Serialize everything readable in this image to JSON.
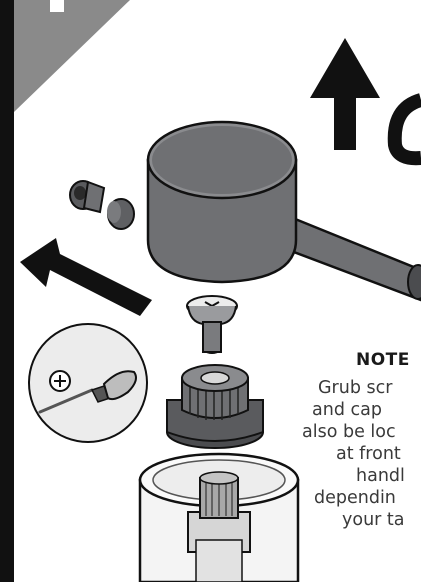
{
  "note": {
    "title": "NOTE",
    "lines": [
      "Grub scr",
      "and cap",
      "also be loc",
      "at front",
      "handl",
      "dependin",
      "your ta"
    ]
  },
  "colors": {
    "handle": "#6f7073",
    "handle_dark": "#4b4c4f",
    "outline": "#111111",
    "corner_triangle": "#8a8a8a",
    "arrow": "#111111",
    "border": "#111111"
  },
  "icons": [
    "up-arrow-icon",
    "diagonal-arrow-icon",
    "screwdriver-icon",
    "phillips-head-icon"
  ]
}
